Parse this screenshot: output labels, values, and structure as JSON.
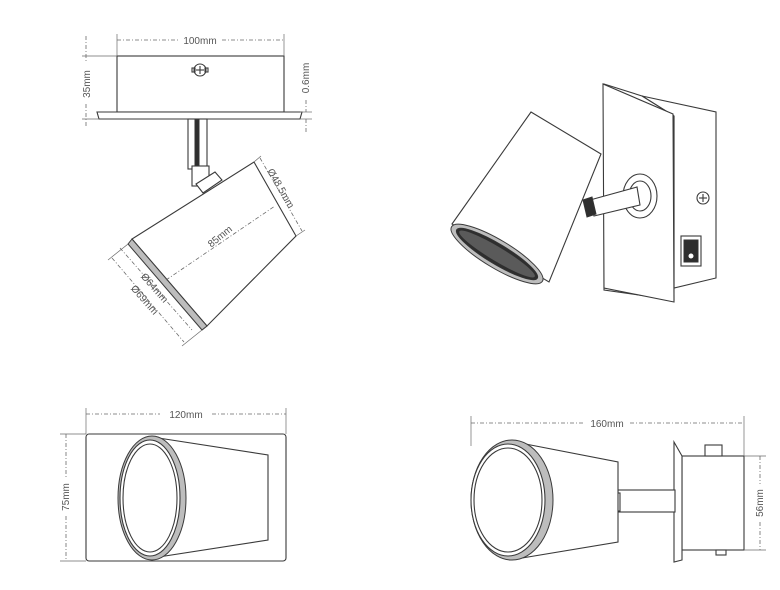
{
  "dimensions": {
    "mount_width": "100mm",
    "mount_height": "35mm",
    "plate_thickness": "0.6mm",
    "cone_small_diameter": "Ø48.5mm",
    "cone_length": "85mm",
    "cone_inner_diameter": "Ø64mm",
    "cone_outer_diameter": "Ø69mm",
    "plate_width": "120mm",
    "plate_height": "75mm",
    "side_length": "160mm",
    "side_height": "56mm"
  }
}
